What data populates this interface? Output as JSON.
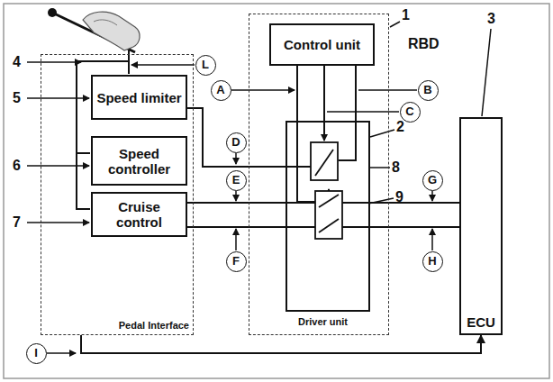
{
  "diagram": {
    "nodes": [
      {
        "text": [
          "Pedal Interface"
        ]
      },
      {
        "text": [
          "Speed limiter"
        ],
        "in": 0
      },
      {
        "text": [
          "Speed controller"
        ],
        "in": 0
      },
      {
        "text": [
          "Cruise control"
        ],
        "in": 0
      },
      {
        "text": [
          "RBD"
        ]
      },
      {
        "text": [
          "Control unit"
        ],
        "in": 4
      },
      {
        "text": [
          "ECU"
        ]
      }
    ],
    "edges": [
      {
        "from": 0,
        "to": 6,
        "arrow": "to"
      }
    ],
    "labels": [
      "1",
      "A",
      "B",
      "C",
      "2",
      "3",
      "4",
      "L",
      "5",
      "D",
      "8",
      "6",
      "E",
      "G",
      "9",
      "7",
      "F",
      "H",
      "I",
      "Driver unit"
    ]
  }
}
